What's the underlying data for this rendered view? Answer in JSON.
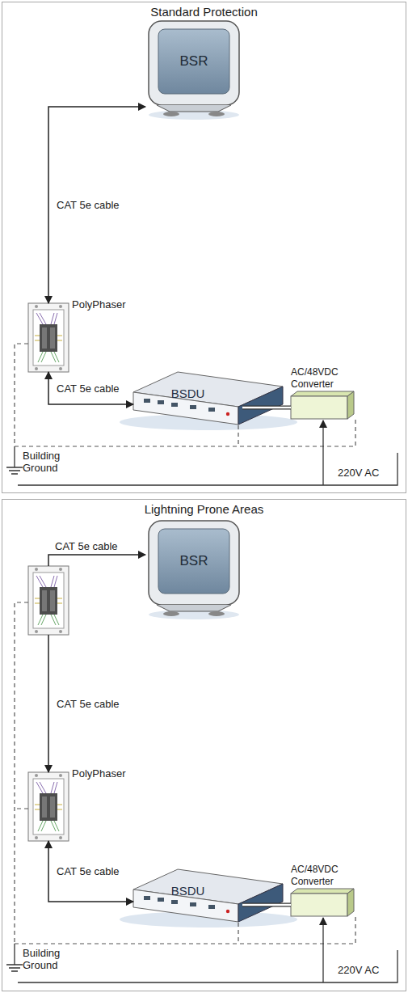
{
  "diagram": {
    "nodes": [
      {
        "text": [
          "Standard Protection"
        ]
      },
      {
        "text": [
          "BSR"
        ],
        "in": 0
      },
      {
        "text": [
          "PolyPhaser"
        ],
        "in": 0
      },
      {
        "text": [
          "BSDU"
        ],
        "in": 0
      },
      {
        "text": [
          "AC/48VDC Converter"
        ],
        "in": 0
      },
      {
        "text": [
          "Lightning Prone Areas"
        ]
      },
      {
        "text": [
          "BSR"
        ],
        "in": 5
      },
      {
        "text": [],
        "in": 5
      },
      {
        "text": [
          "PolyPhaser"
        ],
        "in": 5
      },
      {
        "text": [
          "BSDU"
        ],
        "in": 5
      },
      {
        "text": [
          "AC/48VDC Converter"
        ],
        "in": 5
      }
    ],
    "edges": [
      {
        "from": 1,
        "to": 2,
        "arrow": "both",
        "label": "CAT 5e cable"
      },
      {
        "from": 2,
        "to": 3,
        "arrow": "both",
        "label": "CAT 5e cable"
      },
      {
        "from": 3,
        "to": 4,
        "arrow": "none"
      },
      {
        "from": 7,
        "to": 6,
        "arrow": "to",
        "label": "CAT 5e cable"
      },
      {
        "from": 7,
        "to": 8,
        "arrow": "to",
        "label": "CAT 5e cable"
      },
      {
        "from": 8,
        "to": 9,
        "arrow": "both",
        "label": "CAT 5e cable"
      },
      {
        "from": 9,
        "to": 10,
        "arrow": "none"
      }
    ],
    "labels": [
      "Building Ground",
      "220V AC",
      "Building Ground",
      "220V AC"
    ]
  }
}
